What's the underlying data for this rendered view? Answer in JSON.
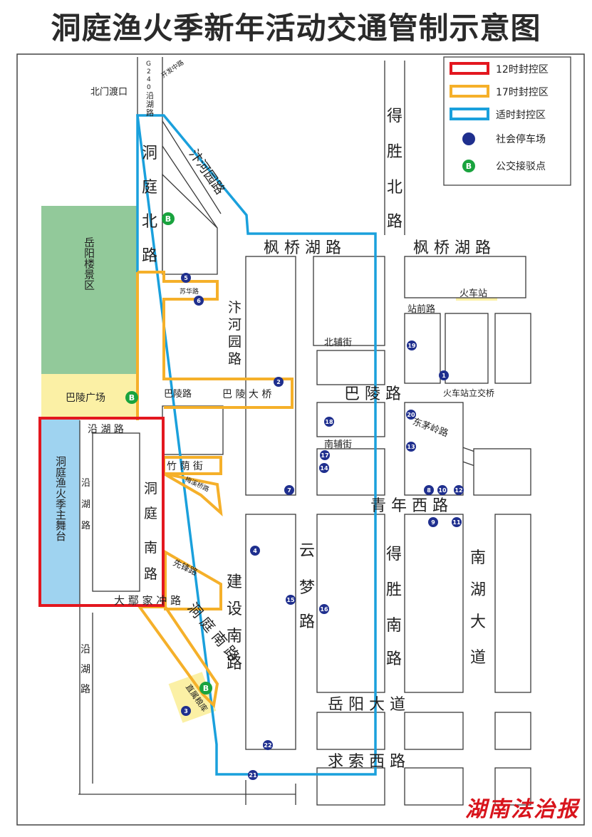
{
  "title": "洞庭渔火季新年活动交通管制示意图",
  "legend": {
    "red_zone": "12时封控区",
    "orange_zone": "17时封控区",
    "blue_zone": "适时封控区",
    "parking": "社会停车场",
    "bus": "公交接驳点",
    "bus_symbol": "B",
    "colors": {
      "red": "#e3171f",
      "orange": "#f5b02a",
      "blue": "#1aa0dc",
      "parking": "#1f2f8e",
      "bus": "#19a33e"
    }
  },
  "areas": {
    "scenic_area": "岳阳楼景区",
    "square": "巴陵广场",
    "main_stage": "洞庭渔火季主舞台",
    "train_station": "火车站",
    "shop": "直属粮库"
  },
  "roads": {
    "g240_1": "G",
    "g240_2": "2",
    "g240_3": "4",
    "g240_4": "0",
    "yanhu_v1": "沿",
    "yanhu_v2": "湖",
    "yanhu_v3": "路",
    "kaifa_zhong": "开发中路",
    "beimen_ferry": "北门渡口",
    "dongting_bei_1": "洞",
    "dongting_bei_2": "庭",
    "dongting_bei_3": "北",
    "dongting_bei_4": "路",
    "bianheyuan_diag": "汴河园路",
    "desheng_bei_1": "得",
    "desheng_bei_2": "胜",
    "desheng_bei_3": "北",
    "desheng_bei_4": "路",
    "fengqiao_west": "枫 桥 湖 路",
    "fengqiao_east": "枫 桥 湖 路",
    "suhua": "苏华路",
    "bianheyuan_v1": "汴",
    "bianheyuan_v2": "河",
    "bianheyuan_v3": "园",
    "bianheyuan_v4": "路",
    "zhanqian": "站前路",
    "beifu": "北辅街",
    "baling_road_west": "巴陵路",
    "baling_bridge": "巴 陵 大 桥",
    "baling_road_east": "巴 陵 路",
    "station_bridge": "火车站立交桥",
    "dongmaoling": "东茅岭路",
    "nanfu": "南辅街",
    "yanhu_top": "沿 湖 路",
    "yanhu_left_1": "沿",
    "yanhu_left_2": "湖",
    "yanhu_left_3": "路",
    "zhuyin": "竹 荫 街",
    "taohuaju": "梅溪桥路",
    "dongting_nan_1": "洞",
    "dongting_nan_2": "庭",
    "dongting_nan_3": "南",
    "dongting_nan_4": "路",
    "qingnian_west": "青 年 西 路",
    "xianfeng": "先锋路",
    "dayingjiachong": "大 鄢 家 冲 路",
    "jianshe_nan_1": "建",
    "jianshe_nan_2": "设",
    "jianshe_nan_3": "南",
    "jianshe_nan_4": "路",
    "yunmeng_1": "云",
    "yunmeng_2": "梦",
    "yunmeng_3": "路",
    "desheng_nan_1": "得",
    "desheng_nan_2": "胜",
    "desheng_nan_3": "南",
    "desheng_nan_4": "路",
    "nanhu_1": "南",
    "nanhu_2": "湖",
    "nanhu_3": "大",
    "nanhu_4": "道",
    "dongting_nan_diag": "洞 庭 南 路",
    "yanhu_lower_1": "沿",
    "yanhu_lower_2": "湖",
    "yanhu_lower_3": "路",
    "yueyang_avenue": "岳 阳 大 道",
    "qiusuo_west": "求 索 西 路"
  },
  "parking_lots": [
    "1",
    "2",
    "3",
    "4",
    "5",
    "6",
    "7",
    "8",
    "9",
    "10",
    "11",
    "12",
    "13",
    "14",
    "15",
    "16",
    "17",
    "18",
    "19",
    "20",
    "21",
    "22"
  ],
  "watermark": "湖南法治报"
}
